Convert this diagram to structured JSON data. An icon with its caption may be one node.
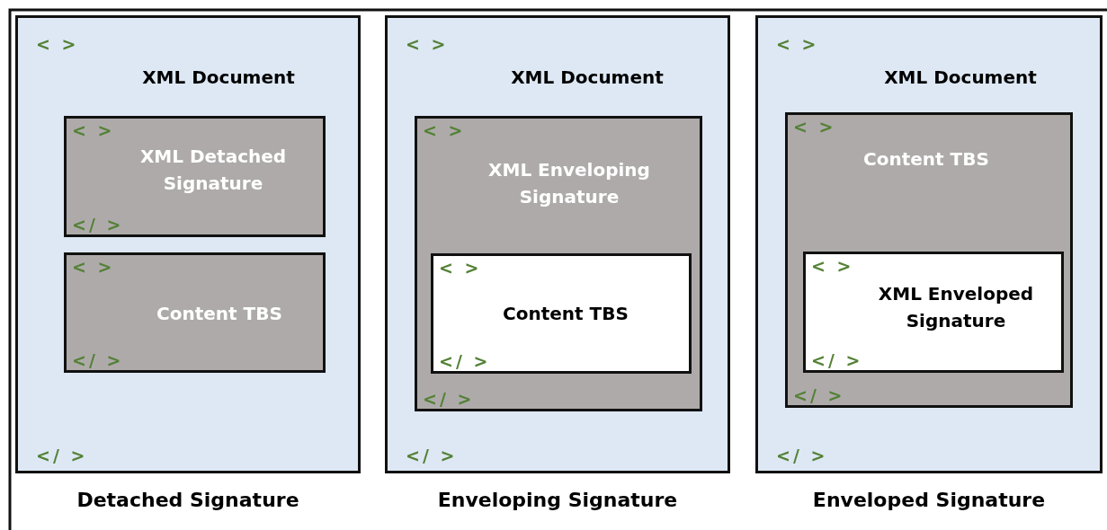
{
  "diagram": {
    "nodes": [
      {
        "text": [
          "< >",
          "XML Document",
          "</ >"
        ],
        "beside": [
          "Detached Signature"
        ]
      },
      {
        "text": [
          "< >",
          "XML Detached Signature",
          "</ >"
        ],
        "in": 0
      },
      {
        "text": [
          "< >",
          "Content TBS",
          "</ >"
        ],
        "in": 0
      },
      {
        "text": [
          "< >",
          "XML Document",
          "</ >"
        ],
        "beside": [
          "Enveloping Signature"
        ]
      },
      {
        "text": [
          "< >",
          "XML Enveloping Signature",
          "</ >"
        ],
        "in": 3
      },
      {
        "text": [
          "< >",
          "Content TBS",
          "</ >"
        ],
        "in": 4
      },
      {
        "text": [
          "< >",
          "XML Document",
          "</ >"
        ],
        "beside": [
          "Enveloped Signature"
        ]
      },
      {
        "text": [
          "< >",
          "Content TBS",
          "</ >"
        ],
        "in": 6
      },
      {
        "text": [
          "< >",
          "XML Enveloped Signature",
          "</ >"
        ],
        "in": 7
      }
    ],
    "edges": []
  }
}
